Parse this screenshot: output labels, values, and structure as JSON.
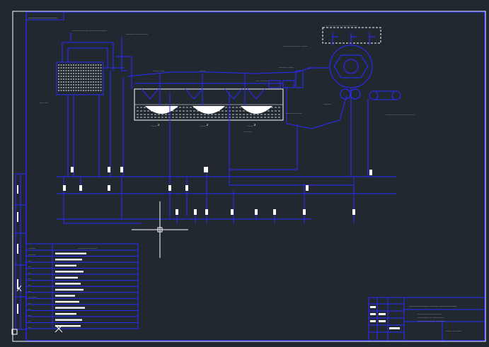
{
  "stamp": {
    "text": "_______________"
  },
  "labels": {
    "top_left_1": "________ __ ___________",
    "top_left_2": "_____ __ ______",
    "top_right_box": "__ ________ __________",
    "side_left": "___ __",
    "mid_1": "____ ___",
    "mid_2": "____",
    "mid_3": "__ _____",
    "mid_right_1": "___________ ____",
    "mid_right_2": "______ ___",
    "conv_right": "_____",
    "far_right": "_________ _________",
    "bath_1": "____ 1",
    "bath_2": "____ 2",
    "bath_3": "____ 3",
    "bath_caption": "______",
    "small_right": "_______ ____"
  },
  "spec_table": {
    "header": [
      "_____",
      "______________"
    ],
    "rows": [
      "______",
      "__",
      "__",
      "__",
      "__",
      "__",
      "__",
      "__ ____",
      "__",
      "__",
      "__",
      "__",
      "__"
    ]
  },
  "title_block": {
    "org": "___________ _____ __________",
    "title_lines": [
      "___________ _____",
      "________ _ ________",
      "____________ ______"
    ],
    "doc_code": "____ __ ___"
  },
  "colors": {
    "background": "#212830",
    "lines": "#1a1aff",
    "frame": "#ffffff"
  }
}
